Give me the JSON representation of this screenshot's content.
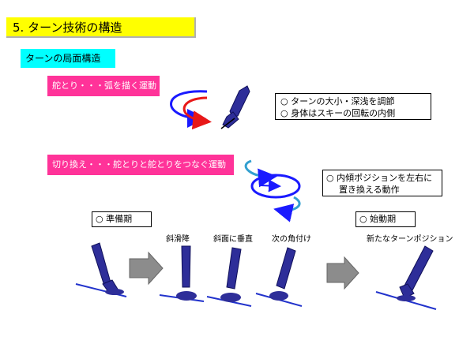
{
  "title": "5. ターン技術の構造",
  "subtitle": "ターンの局面構造",
  "sections": {
    "steering": {
      "label": "舵とり・・・弧を描く運動"
    },
    "transition": {
      "label": "切り換え・・・舵とりと舵とりをつなぐ運動"
    }
  },
  "notes": {
    "steering_1": "○ ターンの大小・深浅を調節",
    "steering_2": "○ 身体はスキーの回転の内側",
    "transition_1": "○ 内傾ポジションを左右に",
    "transition_2": "置き換える動作"
  },
  "phases": {
    "preparation": "○ 準備期",
    "start": "○ 始動期"
  },
  "positions": {
    "traverse": "斜滑降",
    "perpendicular": "斜面に垂直",
    "next_edge": "次の角付け",
    "new_turn": "新たなターンポジション"
  },
  "colors": {
    "title_bg": "#ffff00",
    "subtitle_bg": "#00ffff",
    "section_bg": "#ff3399",
    "leg": "#2e2e99",
    "slope": "#2233cc",
    "arrow_blue": "#1a1aff",
    "arrow_red": "#e81818",
    "arrow_cyan": "#33a0d0",
    "arrow_gray": "#8c8c8c"
  }
}
